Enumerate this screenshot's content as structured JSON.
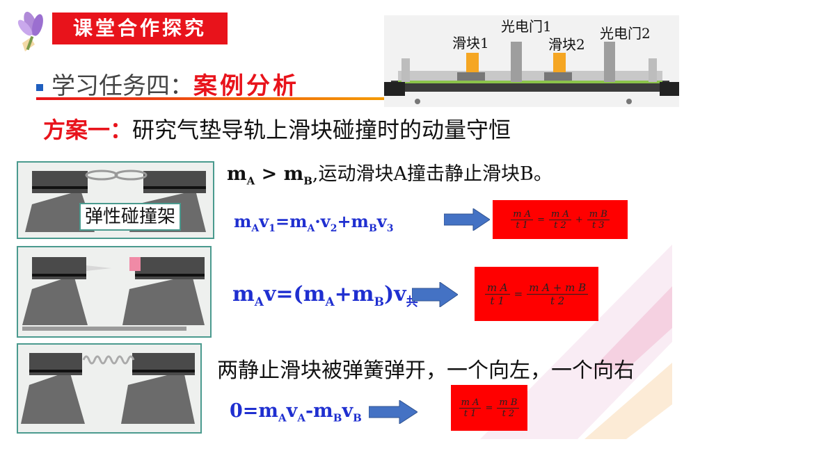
{
  "header": {
    "badge": "课堂合作探究"
  },
  "task": {
    "prefix": "学习任务四：",
    "highlight": "案例分析"
  },
  "scheme": {
    "label": "方案一：",
    "text": "研究气垫导轨上滑块碰撞时的动量守恒"
  },
  "setup_image": {
    "labels": {
      "slider1": "滑块1",
      "gate1": "光电门1",
      "slider2": "滑块2",
      "gate2": "光电门2"
    }
  },
  "case1": {
    "panel_label": "弹性碰撞架",
    "condition": {
      "m": "m",
      "a": "A",
      "gt": " > ",
      "b": "B",
      "rest": ",运动滑块A撞击静止滑块B。"
    },
    "equation": {
      "p1": "m",
      "s1": "A",
      "p2": "v",
      "s2": "1",
      "p3": "=m",
      "s3": "A",
      "p4": "·v",
      "s4": "2",
      "p5": "+m",
      "s5": "B",
      "p6": "v",
      "s6": "3"
    },
    "formula": {
      "n1": "m A",
      "d1": "t 1",
      "eq": "=",
      "n2": "m A",
      "d2": "t 2",
      "plus": "+",
      "n3": "m B",
      "d3": "t 3"
    }
  },
  "case2": {
    "equation": {
      "p1": "m",
      "s1": "A",
      "p2": "v=(m",
      "s2": "A",
      "p3": "+m",
      "s3": "B",
      "p4": ")v",
      "s4": "共"
    },
    "formula": {
      "n1": "m A",
      "d1": "t 1",
      "eq": "=",
      "n2": "m A + m B",
      "d2": "t 2"
    }
  },
  "case3": {
    "description": "两静止滑块被弹簧弹开，一个向左，一个向右",
    "equation": {
      "p1": "0=m",
      "s1": "A",
      "p2": "v",
      "s2": "A",
      "p3": "-m",
      "s3": "B",
      "p4": "v",
      "s4": "B"
    },
    "formula": {
      "n1": "m A",
      "d1": "t 1",
      "eq": "=",
      "n2": "m B",
      "d2": "t 2"
    }
  },
  "colors": {
    "accent_red": "#e8131b",
    "formula_bg": "#ff0000",
    "equation_blue": "#1f2fd0",
    "arrow_blue": "#4472c4"
  }
}
